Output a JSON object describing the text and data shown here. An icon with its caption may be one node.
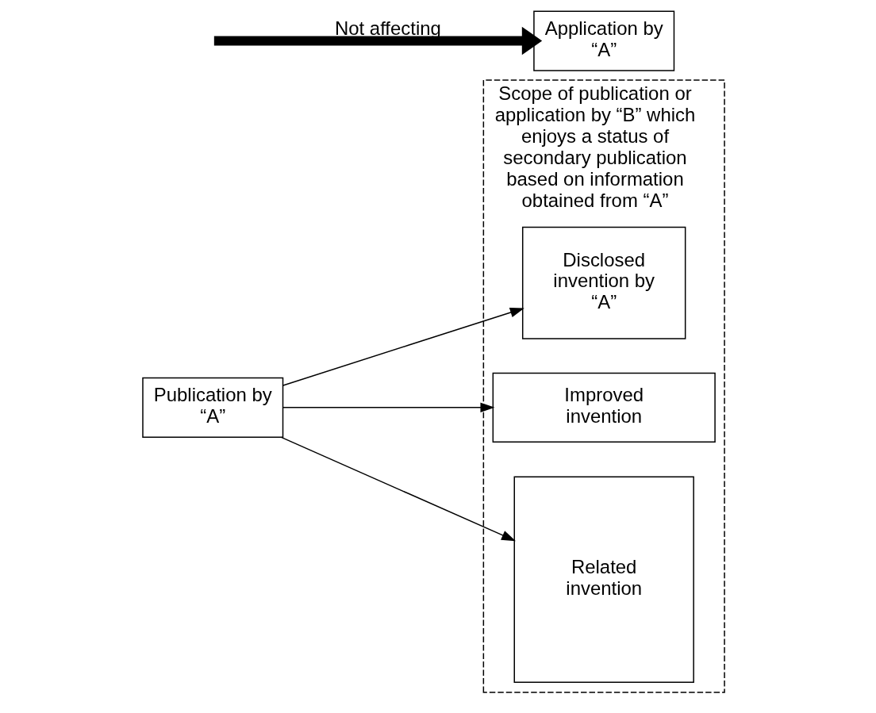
{
  "diagram": {
    "nodes": [
      {
        "text": [
          "Scope of publication or application by “B” which enjoys a status of secondary publication based on information obtained from “A”"
        ]
      },
      {
        "text": [
          "Disclosed invention by “A”"
        ],
        "in": 0
      },
      {
        "text": [
          "Improved invention"
        ],
        "in": 0
      },
      {
        "text": [
          "Related invention"
        ],
        "in": 0
      },
      {
        "text": [
          "Publication by “A”"
        ]
      },
      {
        "text": [
          "Application by “A”"
        ]
      }
    ],
    "edges": [
      {
        "from": 4,
        "to": 1,
        "arrow": "to"
      },
      {
        "from": 4,
        "to": 2,
        "arrow": "to"
      },
      {
        "from": 4,
        "to": 3,
        "arrow": "to"
      },
      {
        "from": null,
        "to": 5,
        "arrow": "to",
        "label": "Not affecting",
        "style": "thick"
      }
    ]
  }
}
